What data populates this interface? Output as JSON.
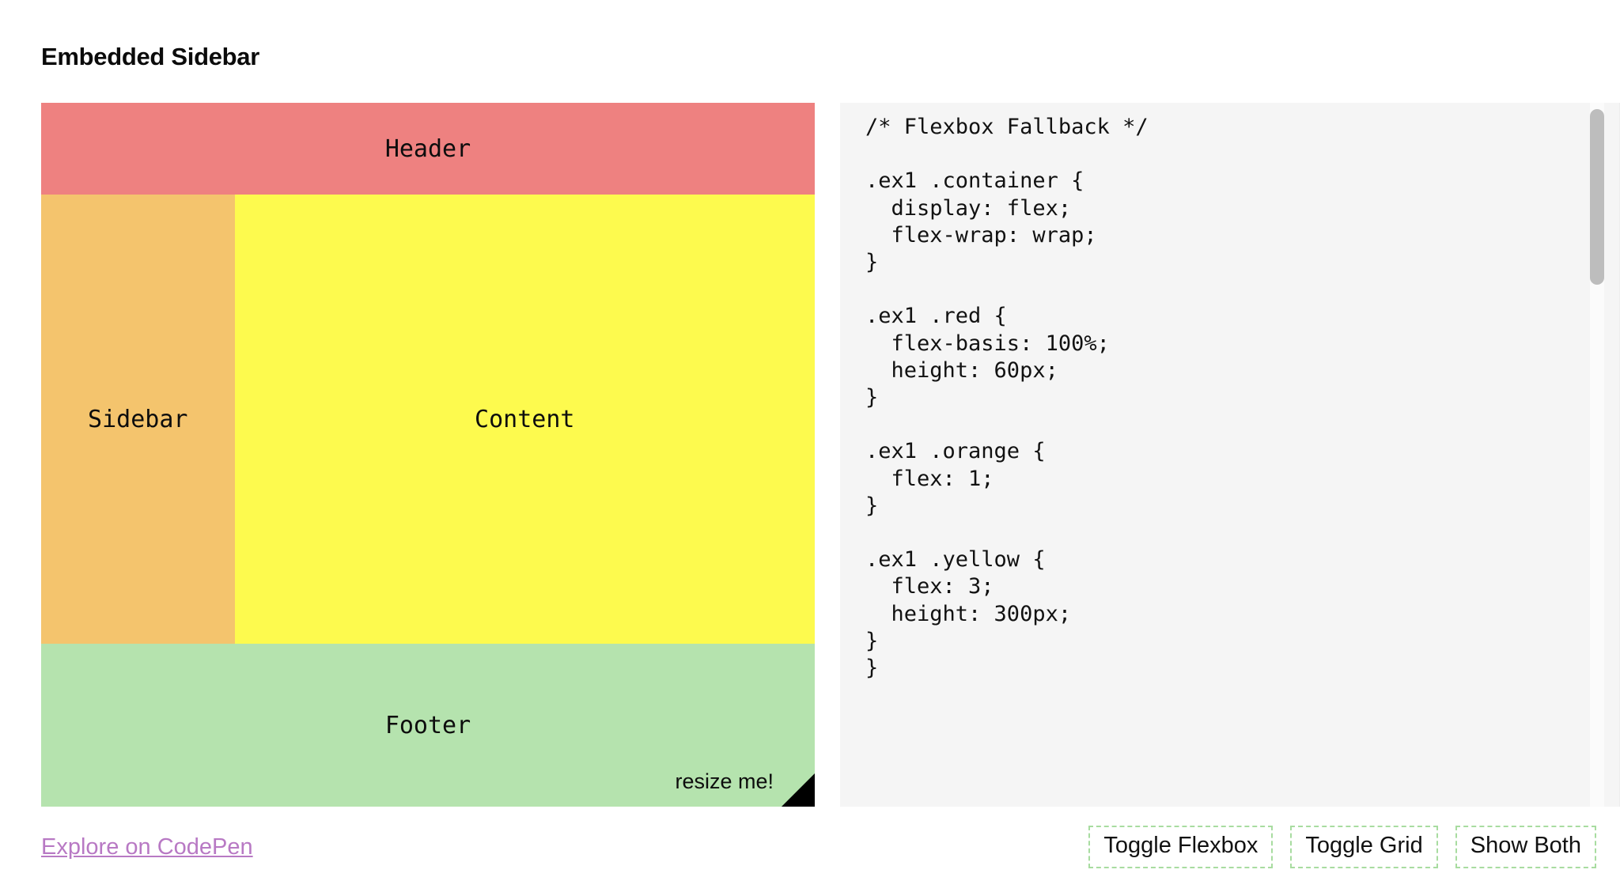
{
  "page": {
    "title": "Embedded Sidebar"
  },
  "demo": {
    "blocks": [
      {
        "name": "header",
        "label": "Header",
        "color": "#ee8180"
      },
      {
        "name": "sidebar",
        "label": "Sidebar",
        "color": "#f4c46d"
      },
      {
        "name": "content",
        "label": "Content",
        "color": "#fdfa4e"
      },
      {
        "name": "footer",
        "label": "Footer",
        "color": "#b5e3ae"
      }
    ],
    "resize_hint": "resize me!"
  },
  "code": {
    "language": "css",
    "text": "/* Flexbox Fallback */\n\n.ex1 .container {\n  display: flex;\n  flex-wrap: wrap;\n}\n\n.ex1 .red {\n  flex-basis: 100%;\n  height: 60px;\n}\n\n.ex1 .orange {\n  flex: 1;\n}\n\n.ex1 .yellow {\n  flex: 3;\n  height: 300px;\n}\n}",
    "scroll_position": "top"
  },
  "footer": {
    "link_label": "Explore on CodePen",
    "buttons": [
      {
        "name": "toggle-flexbox",
        "label": "Toggle Flexbox"
      },
      {
        "name": "toggle-grid",
        "label": "Toggle Grid"
      },
      {
        "name": "show-both",
        "label": "Show Both"
      }
    ]
  },
  "colors": {
    "red": "#ee8180",
    "orange": "#f4c46d",
    "yellow": "#fdfa4e",
    "green": "#b5e3ae",
    "code_background": "#f5f5f5",
    "button_border": "#a8dca0",
    "link": "#b879c4"
  }
}
